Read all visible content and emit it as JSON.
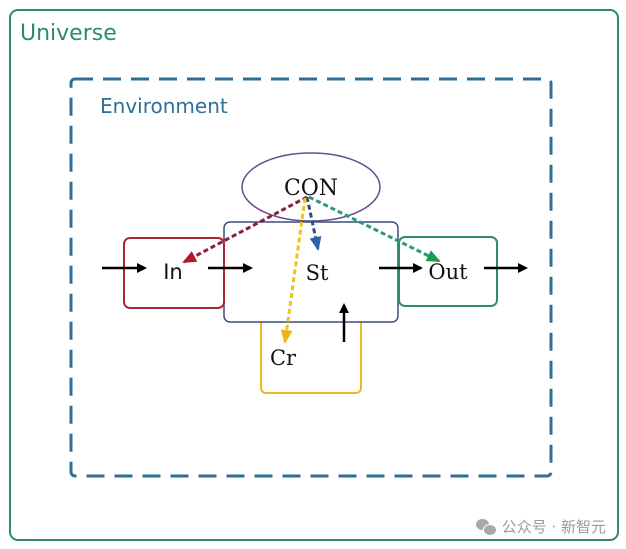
{
  "diagram": {
    "universe": {
      "label": "Universe",
      "color": "#2e8b6a"
    },
    "environment": {
      "label": "Environment",
      "color": "#2f6f96"
    },
    "controller": {
      "label": "CON",
      "color": "#6a4c93"
    },
    "nodes": {
      "input": {
        "label": "In",
        "color": "#a8283a"
      },
      "state": {
        "label": "St",
        "color": "#3a4f7a"
      },
      "output": {
        "label": "Out",
        "color": "#2e8b6a"
      },
      "creation": {
        "label": "Cr",
        "color": "#e8b923"
      }
    },
    "control_arrows": [
      {
        "from": "CON",
        "to": "In",
        "color": "#a8283a"
      },
      {
        "from": "CON",
        "to": "St",
        "color": "#2a64a8"
      },
      {
        "from": "CON",
        "to": "Out",
        "color": "#2e9a6a"
      },
      {
        "from": "CON",
        "to": "Cr",
        "color": "#f0c419"
      }
    ],
    "flow_arrows": [
      {
        "from": "external",
        "to": "In"
      },
      {
        "from": "In",
        "to": "St"
      },
      {
        "from": "St",
        "to": "Out"
      },
      {
        "from": "Out",
        "to": "external"
      },
      {
        "from": "Cr",
        "to": "St"
      }
    ]
  },
  "watermark": {
    "text": "公众号 · 新智元"
  }
}
